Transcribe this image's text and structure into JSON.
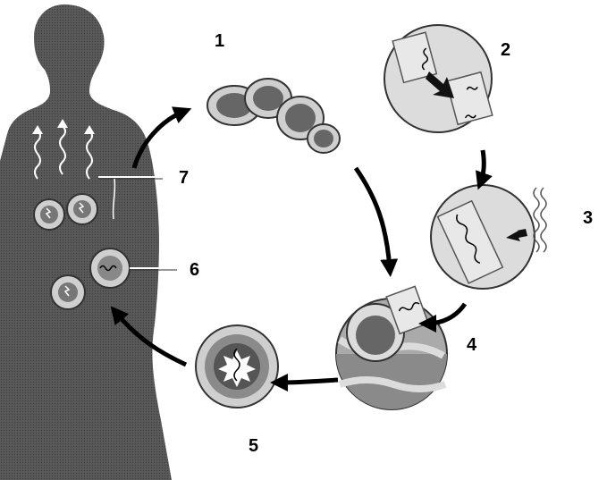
{
  "steps": [
    {
      "label": "1"
    },
    {
      "label": "2"
    },
    {
      "label": "3"
    },
    {
      "label": "4"
    },
    {
      "label": "5"
    },
    {
      "label": "6"
    },
    {
      "label": "7"
    }
  ],
  "colors": {
    "silhouette": "#555555",
    "cell_fill": "#cfcfcf",
    "cell_inner": "#6a6a6a",
    "outline": "#333333",
    "arrow": "#000000",
    "background": "#ffffff"
  }
}
